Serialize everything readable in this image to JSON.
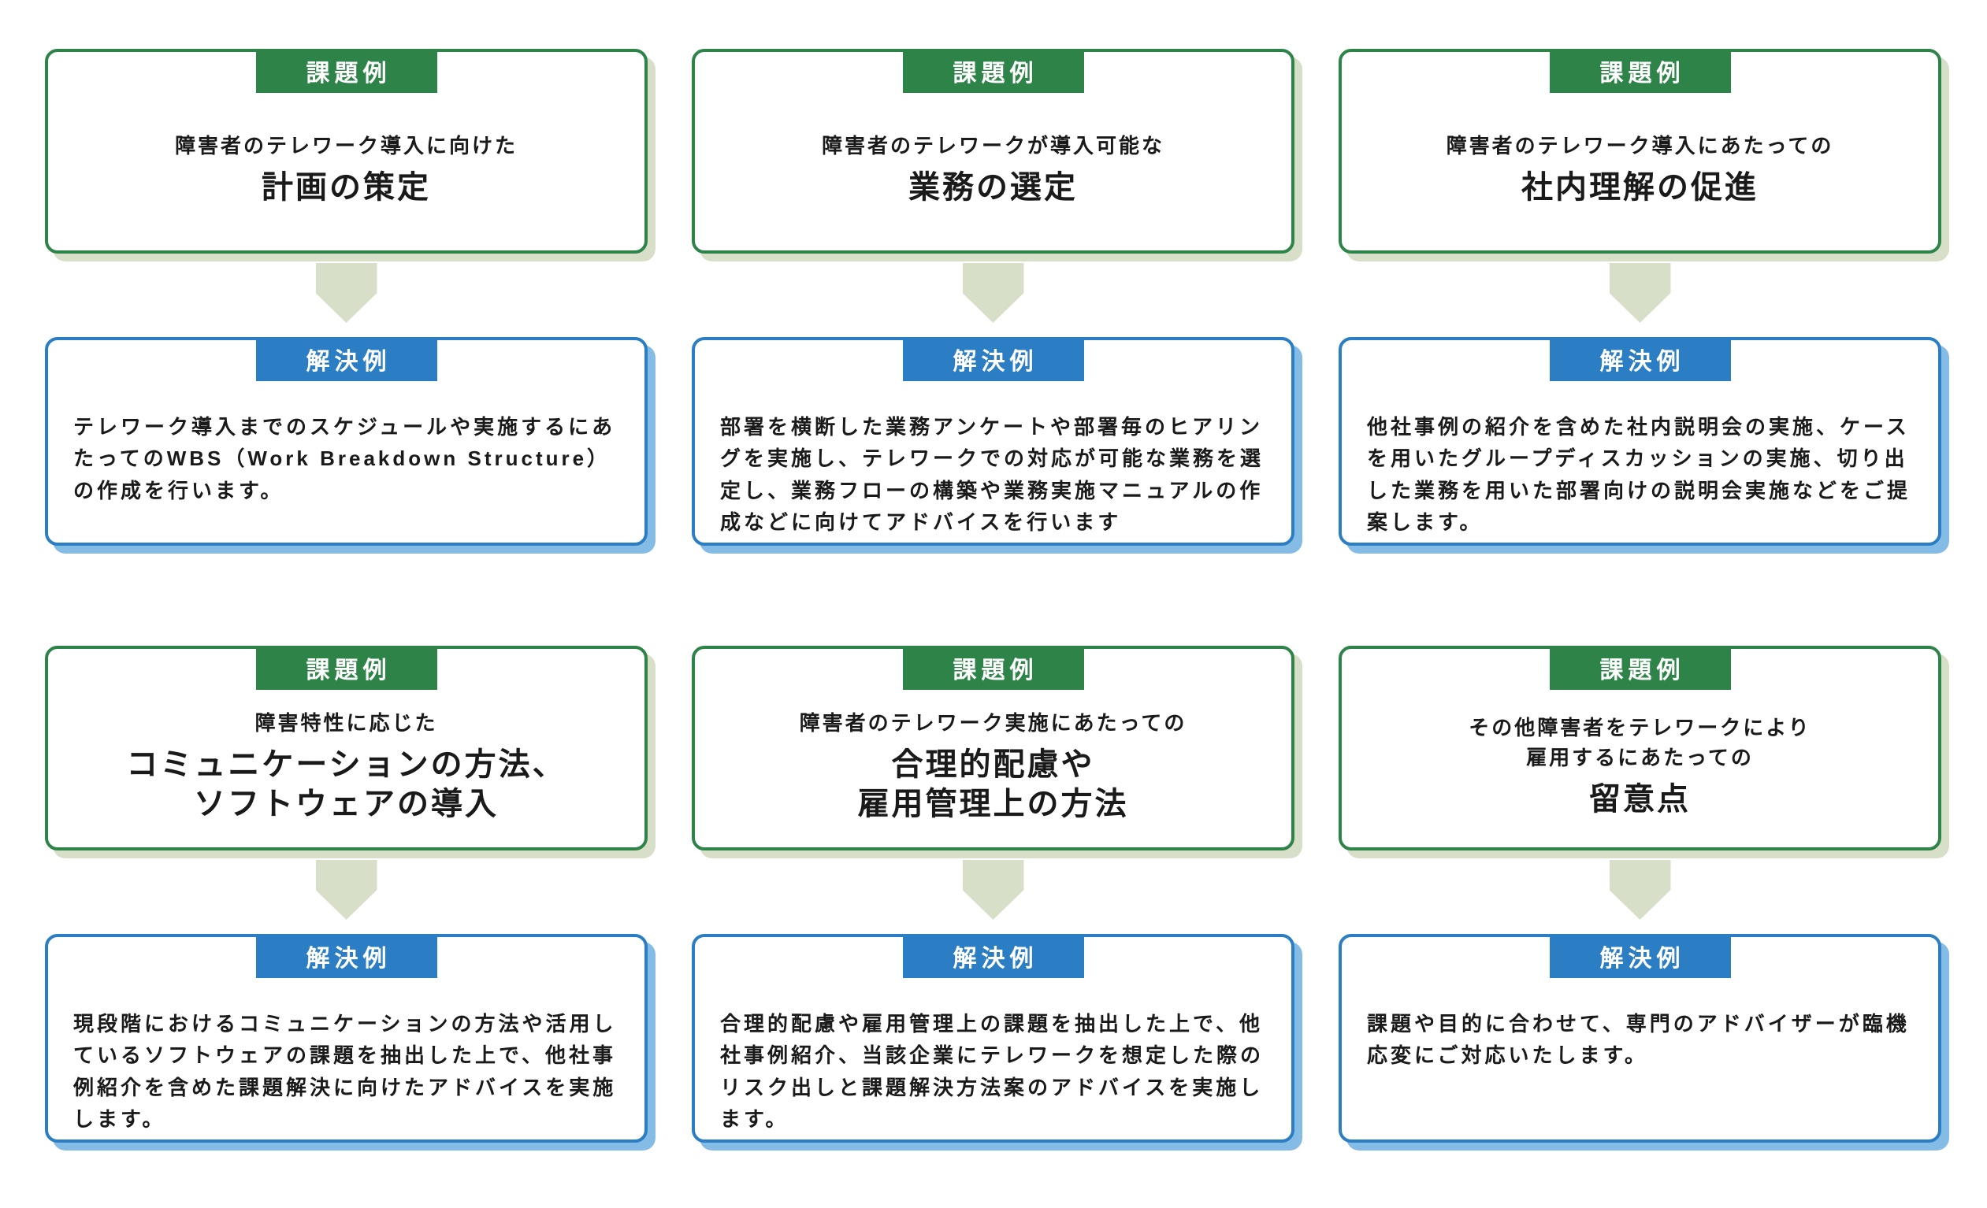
{
  "labels": {
    "problem": "課題例",
    "solution": "解決例"
  },
  "colors": {
    "problem_green": "#2e8448",
    "problem_shadow_green": "#d8dfc8",
    "solution_blue": "#2b7ec4",
    "solution_shadow_blue": "#85bce6",
    "arrow_green": "#d8dfc8",
    "text": "#1a1a1a",
    "card_background": "#ffffff"
  },
  "pairs": [
    {
      "problem": {
        "subtitle": "障害者のテレワーク導入に向けた",
        "title": "計画の策定"
      },
      "solution": {
        "body": "テレワーク導入までのスケジュールや実施するにあたってのWBS（Work Breakdown Structure）の作成を行います。"
      }
    },
    {
      "problem": {
        "subtitle": "障害者のテレワークが導入可能な",
        "title": "業務の選定"
      },
      "solution": {
        "body": "部署を横断した業務アンケートや部署毎のヒアリングを実施し、テレワークでの対応が可能な業務を選定し、業務フローの構築や業務実施マニュアルの作成などに向けてアドバイスを行います"
      }
    },
    {
      "problem": {
        "subtitle": "障害者のテレワーク導入にあたっての",
        "title": "社内理解の促進"
      },
      "solution": {
        "body": "他社事例の紹介を含めた社内説明会の実施、ケースを用いたグループディスカッションの実施、切り出した業務を用いた部署向けの説明会実施などをご提案します。"
      }
    },
    {
      "problem": {
        "subtitle": "障害特性に応じた",
        "title": "コミュニケーションの方法、\nソフトウェアの導入"
      },
      "solution": {
        "body": "現段階におけるコミュニケーションの方法や活用しているソフトウェアの課題を抽出した上で、他社事例紹介を含めた課題解決に向けたアドバイスを実施します。"
      }
    },
    {
      "problem": {
        "subtitle": "障害者のテレワーク実施にあたっての",
        "title": "合理的配慮や\n雇用管理上の方法"
      },
      "solution": {
        "body": "合理的配慮や雇用管理上の課題を抽出した上で、他社事例紹介、当該企業にテレワークを想定した際のリスク出しと課題解決方法案のアドバイスを実施します。"
      }
    },
    {
      "problem": {
        "subtitle": "その他障害者をテレワークにより\n雇用するにあたっての",
        "title": "留意点"
      },
      "solution": {
        "body": "課題や目的に合わせて、専門のアドバイザーが臨機応変にご対応いたします。"
      }
    }
  ]
}
